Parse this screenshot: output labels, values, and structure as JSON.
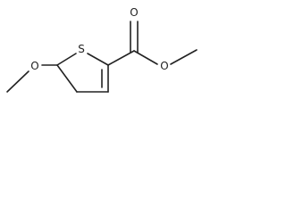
{
  "molecule": {
    "atoms": {
      "sulfur": "S",
      "methoxy_oxygen": "O",
      "carbonyl_oxygen": "O",
      "ester_oxygen": "O"
    }
  }
}
